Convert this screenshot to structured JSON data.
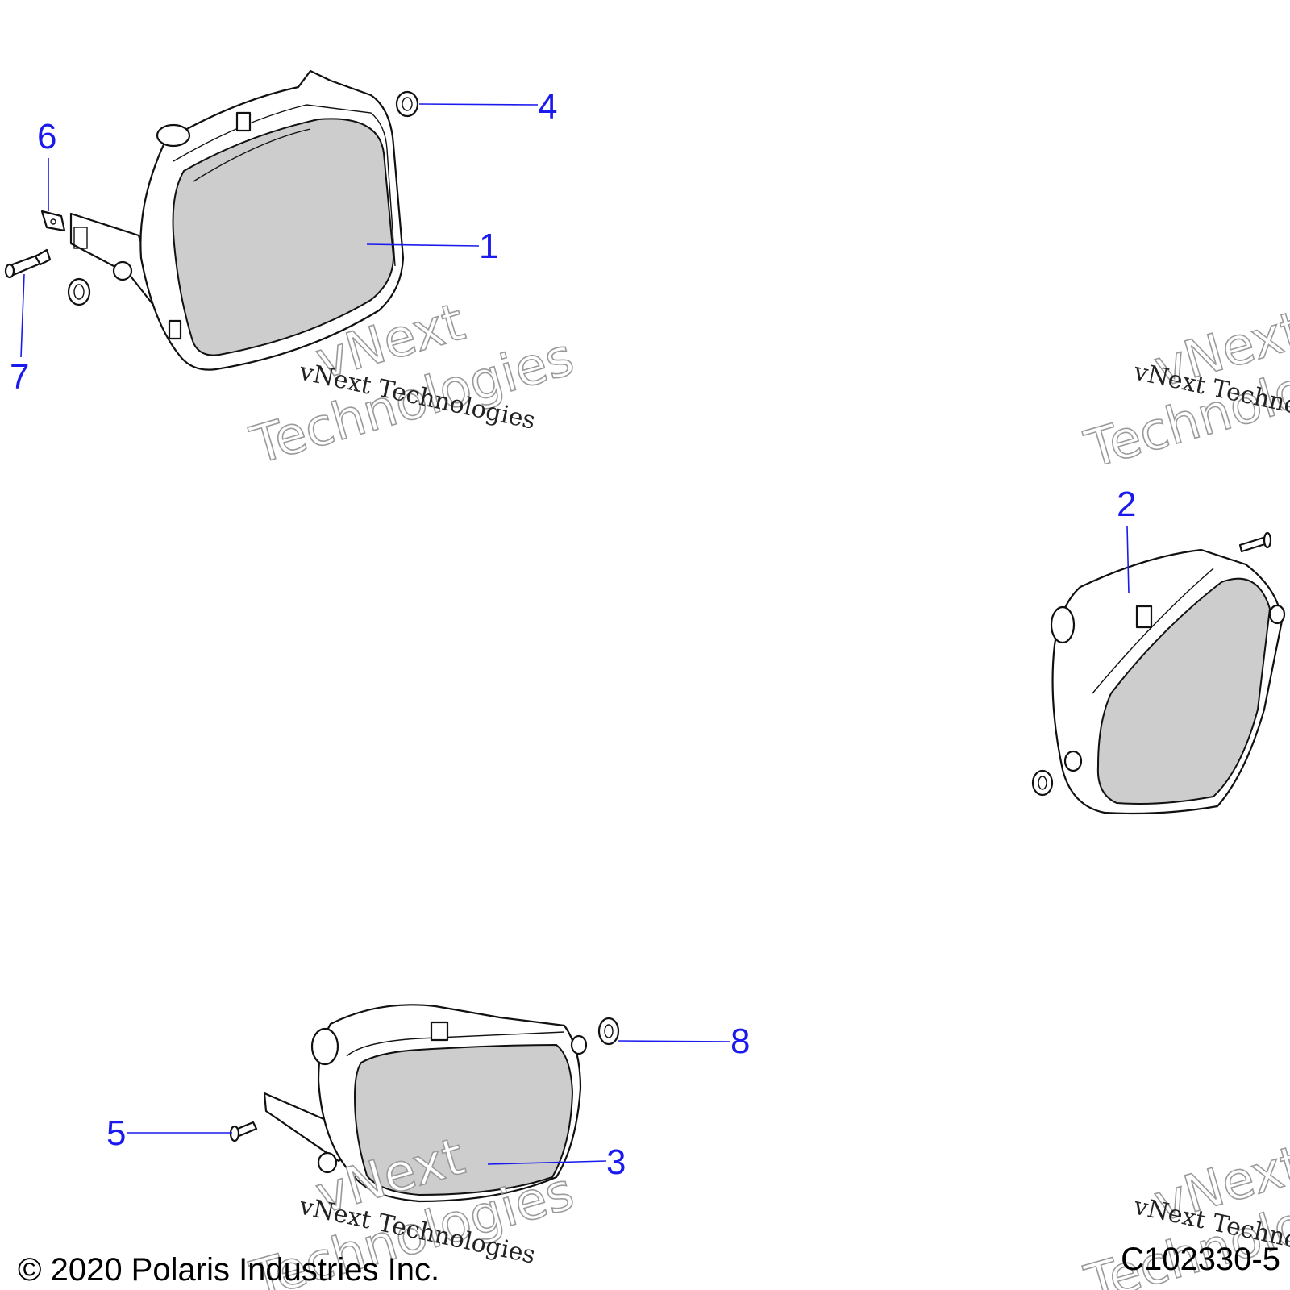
{
  "callouts": {
    "c1": "1",
    "c2": "2",
    "c3": "3",
    "c4": "4",
    "c5": "5",
    "c6": "6",
    "c7": "7",
    "c8": "8"
  },
  "watermark": {
    "line_big_1": "vNext",
    "line_big_2": "Technologies",
    "line_small": "vNext Technologies"
  },
  "footer": {
    "copyright": "© 2020 Polaris Industries Inc.",
    "figure_id": "C102330-5"
  },
  "colors": {
    "callout": "#1a1aee",
    "lens_fill": "#cdcdcd"
  }
}
